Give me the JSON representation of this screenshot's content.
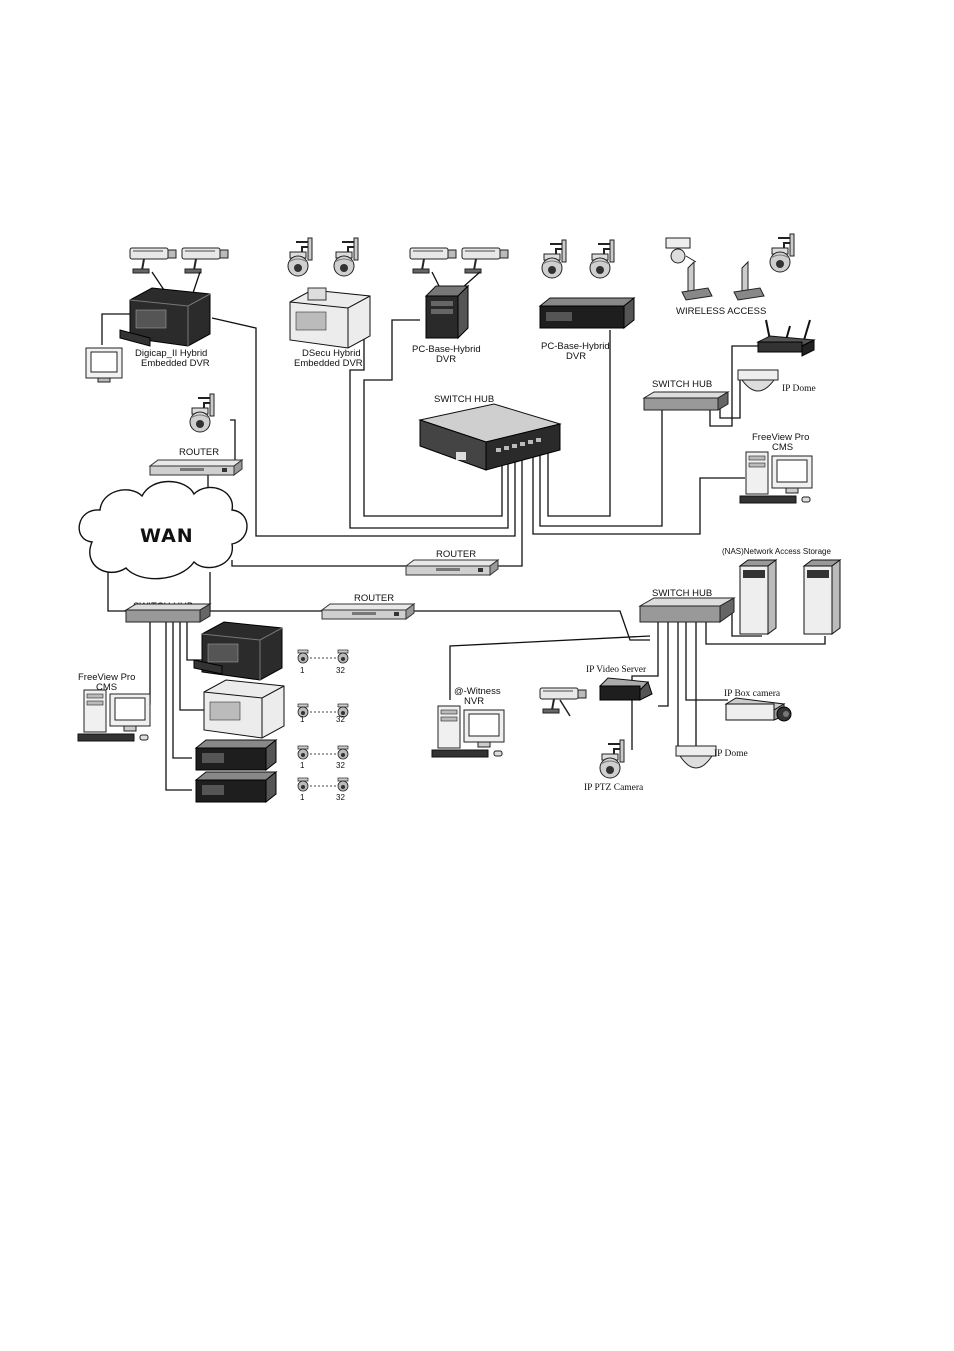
{
  "labels": {
    "digicap": [
      "Digicap_II Hybrid",
      "Embedded DVR"
    ],
    "dsecu": [
      "DSecu Hybrid",
      "Embedded  DVR"
    ],
    "pc_hybrid_1": [
      "PC-Base-Hybrid",
      "DVR"
    ],
    "pc_hybrid_2": [
      "PC-Base-Hybrid",
      "DVR"
    ],
    "wireless_access": "WIRELESS ACCESS",
    "switch_hub_center": "SWITCH HUB",
    "switch_hub_right_top": "SWITCH HUB",
    "ip_dome_top": "IP Dome",
    "freeview_right": [
      "FreeView Pro",
      "CMS"
    ],
    "router_top_left": "ROUTER",
    "wan": "WAN",
    "router_middle": "ROUTER",
    "router_lower": "ROUTER",
    "nas": "(NAS)Network Access Storage",
    "switch_hub_left_bottom": "SWITCH HUB",
    "switch_hub_right_bottom": "SWITCH HUB",
    "freeview_left": [
      "FreeView Pro",
      "CMS"
    ],
    "ip_video_server": "IP Video Server",
    "witness_nvr": [
      "@-Witness",
      "NVR"
    ],
    "ip_box_camera": "IP Box camera",
    "ip_dome_bottom": "IP Dome",
    "ip_ptz_camera": "IP PTZ Camera",
    "cam_range": [
      {
        "from": "1",
        "to": "32"
      },
      {
        "from": "1",
        "to": "32"
      },
      {
        "from": "1",
        "to": "32"
      },
      {
        "from": "1",
        "to": "32"
      }
    ]
  }
}
